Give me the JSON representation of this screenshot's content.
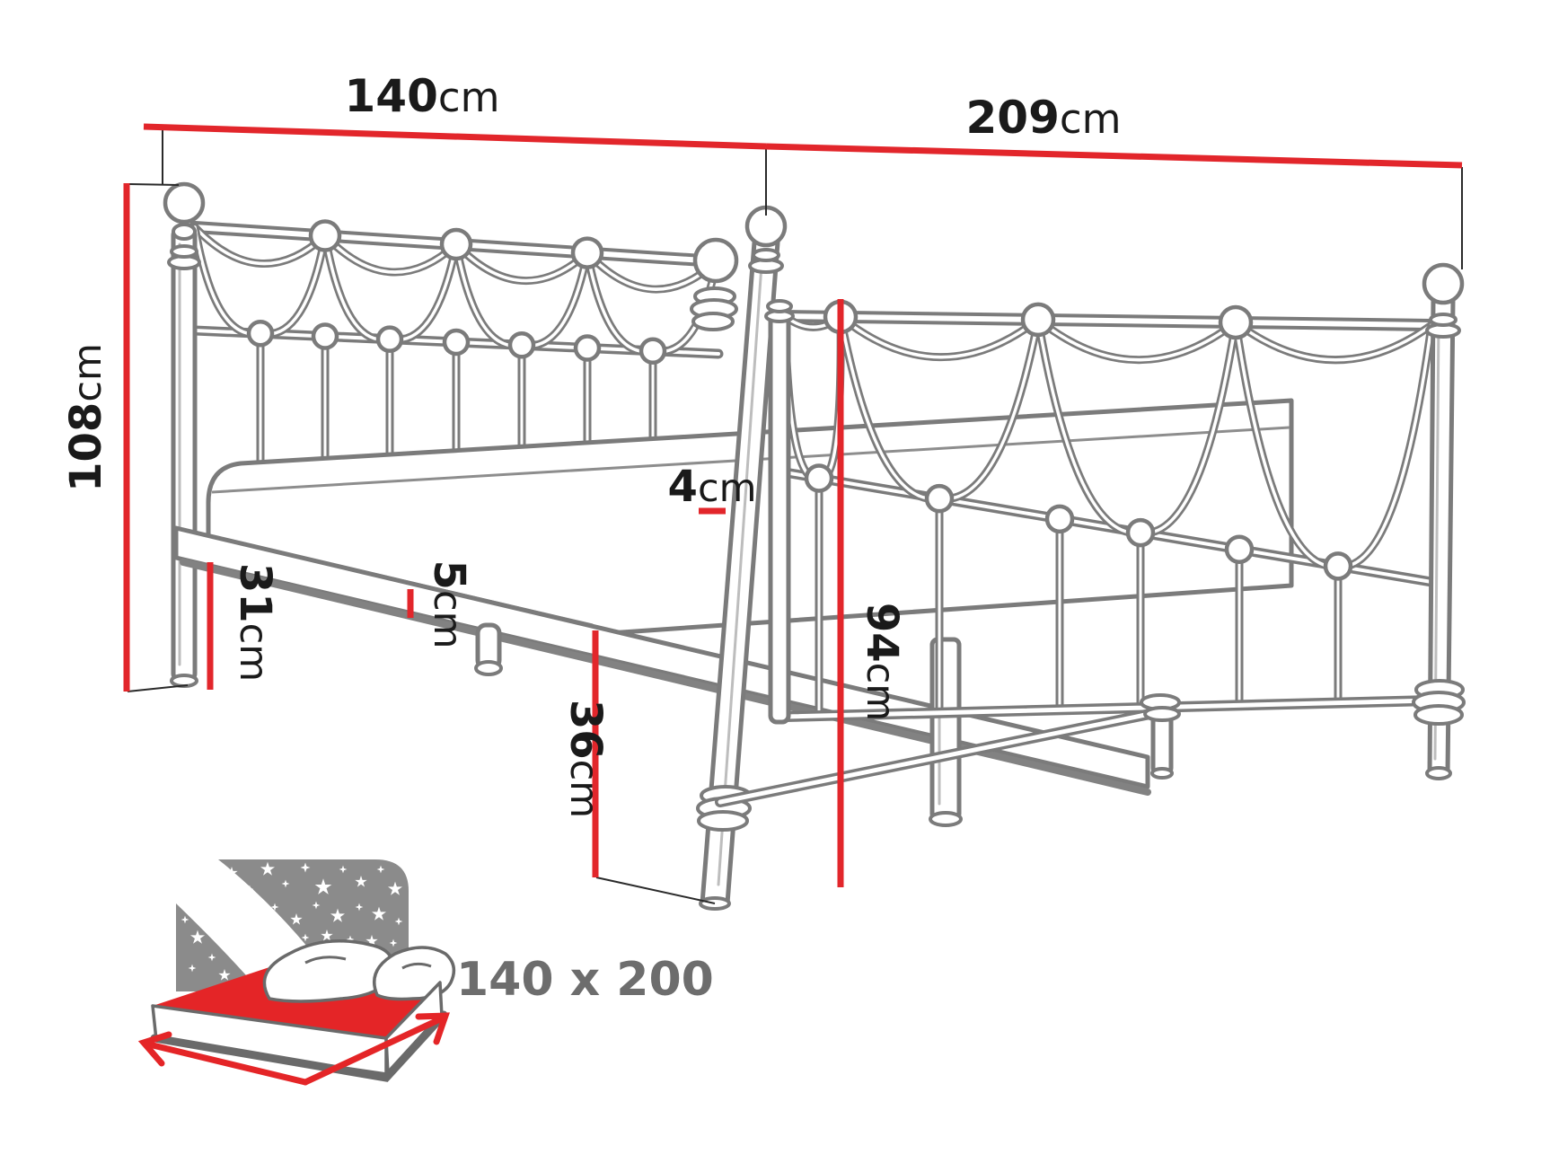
{
  "diagram": {
    "type": "bed-dimension-diagram",
    "dimension_labels": {
      "width": {
        "value": "140",
        "unit": "cm"
      },
      "length": {
        "value": "209",
        "unit": "cm"
      },
      "headboard_height": {
        "value": "108",
        "unit": "cm"
      },
      "frame_bottom_height": {
        "value": "31",
        "unit": "cm"
      },
      "side_rail_thickness": {
        "value": "5",
        "unit": "cm"
      },
      "under_bed_clearance": {
        "value": "36",
        "unit": "cm"
      },
      "mattress_frame_gap": {
        "value": "4",
        "unit": "cm"
      },
      "footboard_height": {
        "value": "94",
        "unit": "cm"
      }
    },
    "mattress_size_badge": "140 x 200",
    "colors": {
      "dimension_line_red": "#e2262b",
      "drawing_outline_gray": "#7b7b7b",
      "label_text_black": "#1a1a1a",
      "badge_text_gray": "#6d6d6d",
      "icon_gray": "#8b8b8b",
      "icon_accent_red": "#e42527"
    }
  }
}
